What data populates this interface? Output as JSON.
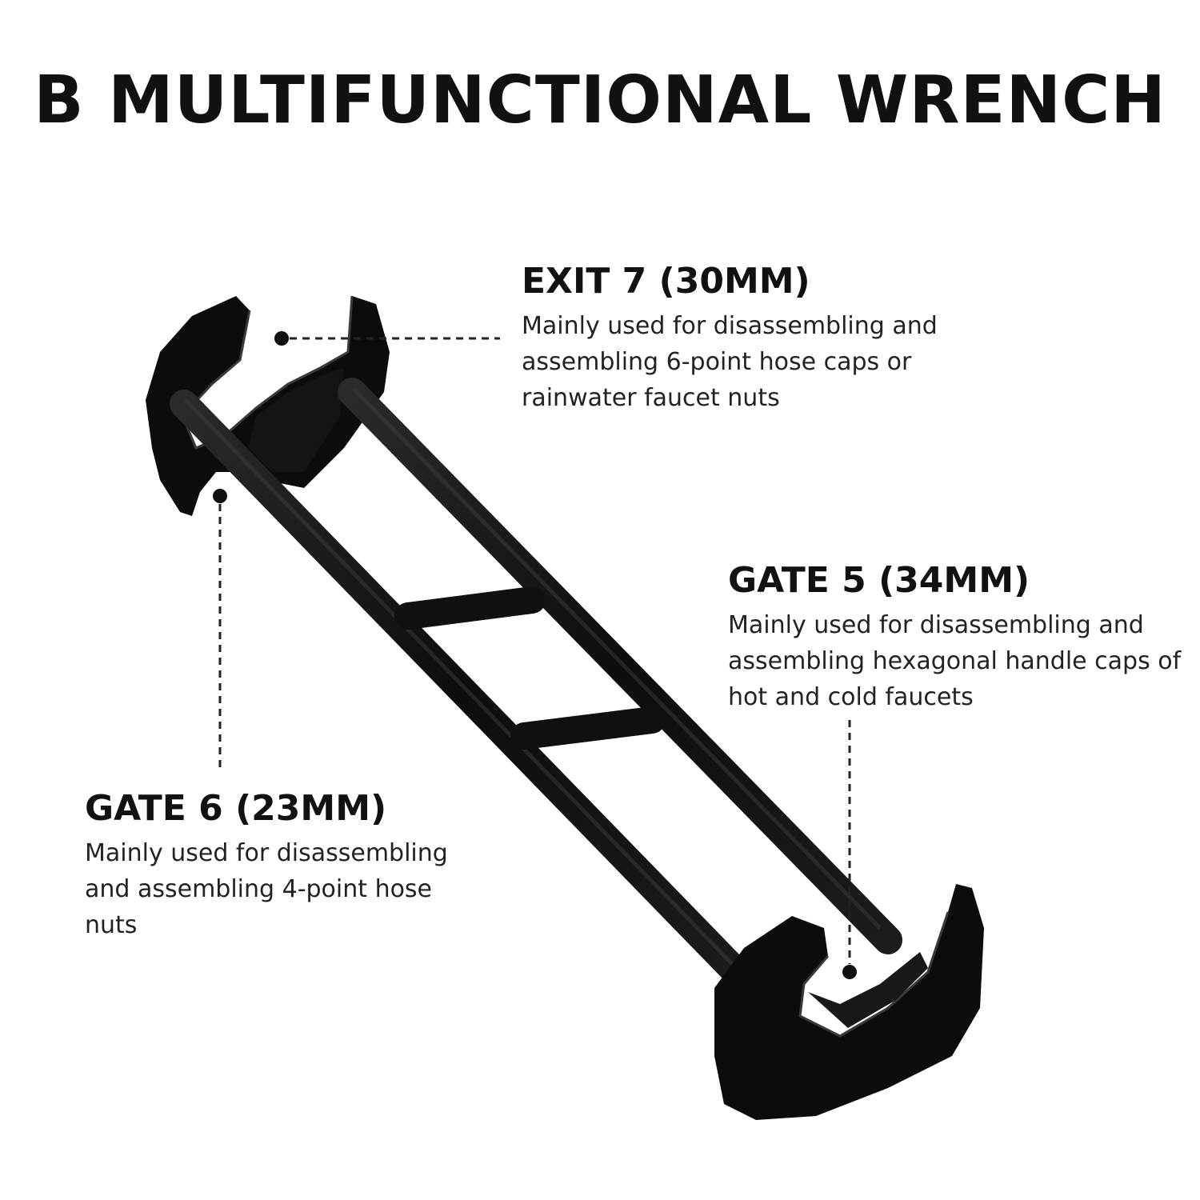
{
  "title": "B MULTIFUNCTIONAL WRENCH",
  "callouts": {
    "exit7": {
      "heading": "EXIT 7 (30MM)",
      "body": "Mainly used for disassembling and assembling 6-point hose caps or rainwater faucet nuts"
    },
    "gate5": {
      "heading": "GATE 5 (34MM)",
      "body": "Mainly used for disassembling and assembling hexagonal handle caps of hot and cold faucets"
    },
    "gate6": {
      "heading": "GATE 6 (23MM)",
      "body": "Mainly used for disassembling and assembling 4-point hose nuts"
    }
  },
  "colors": {
    "background": "#ffffff",
    "wrench": "#111111",
    "text": "#111111"
  },
  "icons": {
    "product": "wrench-illustration"
  }
}
